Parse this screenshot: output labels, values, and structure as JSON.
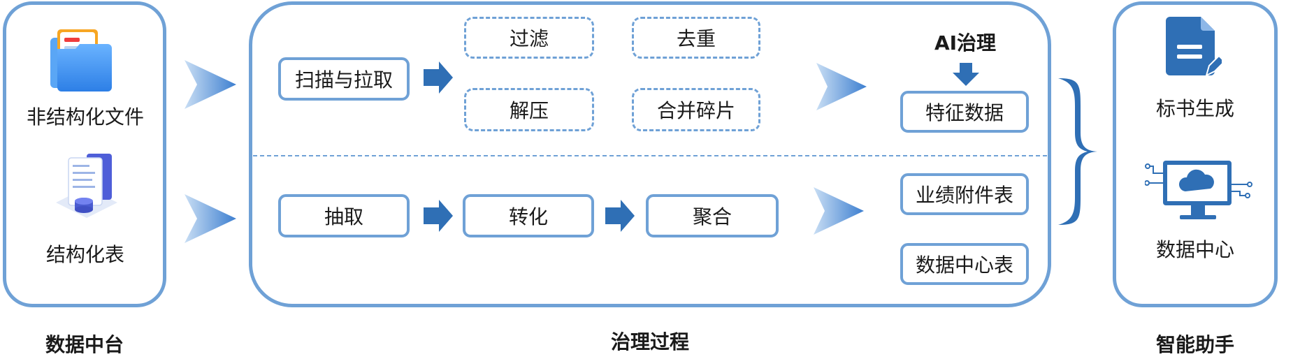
{
  "sections": {
    "data_platform": {
      "title": "数据中台",
      "items": [
        "非结构化文件",
        "结构化表"
      ]
    },
    "governance": {
      "title": "治理过程",
      "top_row": {
        "start": "扫描与拉取",
        "operations": [
          "过滤",
          "去重",
          "解压",
          "合并碎片"
        ],
        "ai_label": "AI治理",
        "output": "特征数据"
      },
      "bottom_row": {
        "steps": [
          "抽取",
          "转化",
          "聚合"
        ],
        "outputs": [
          "业绩附件表",
          "数据中心表"
        ]
      }
    },
    "assistant": {
      "title": "智能助手",
      "items": [
        "标书生成",
        "数据中心"
      ]
    }
  },
  "colors": {
    "border": "#6fa1d6",
    "arrow_dark": "#2f6fb5",
    "arrow_light": "#bfd8f2"
  },
  "icons": [
    "folder-document-icon",
    "database-table-icon",
    "document-edit-icon",
    "cloud-monitor-icon"
  ]
}
